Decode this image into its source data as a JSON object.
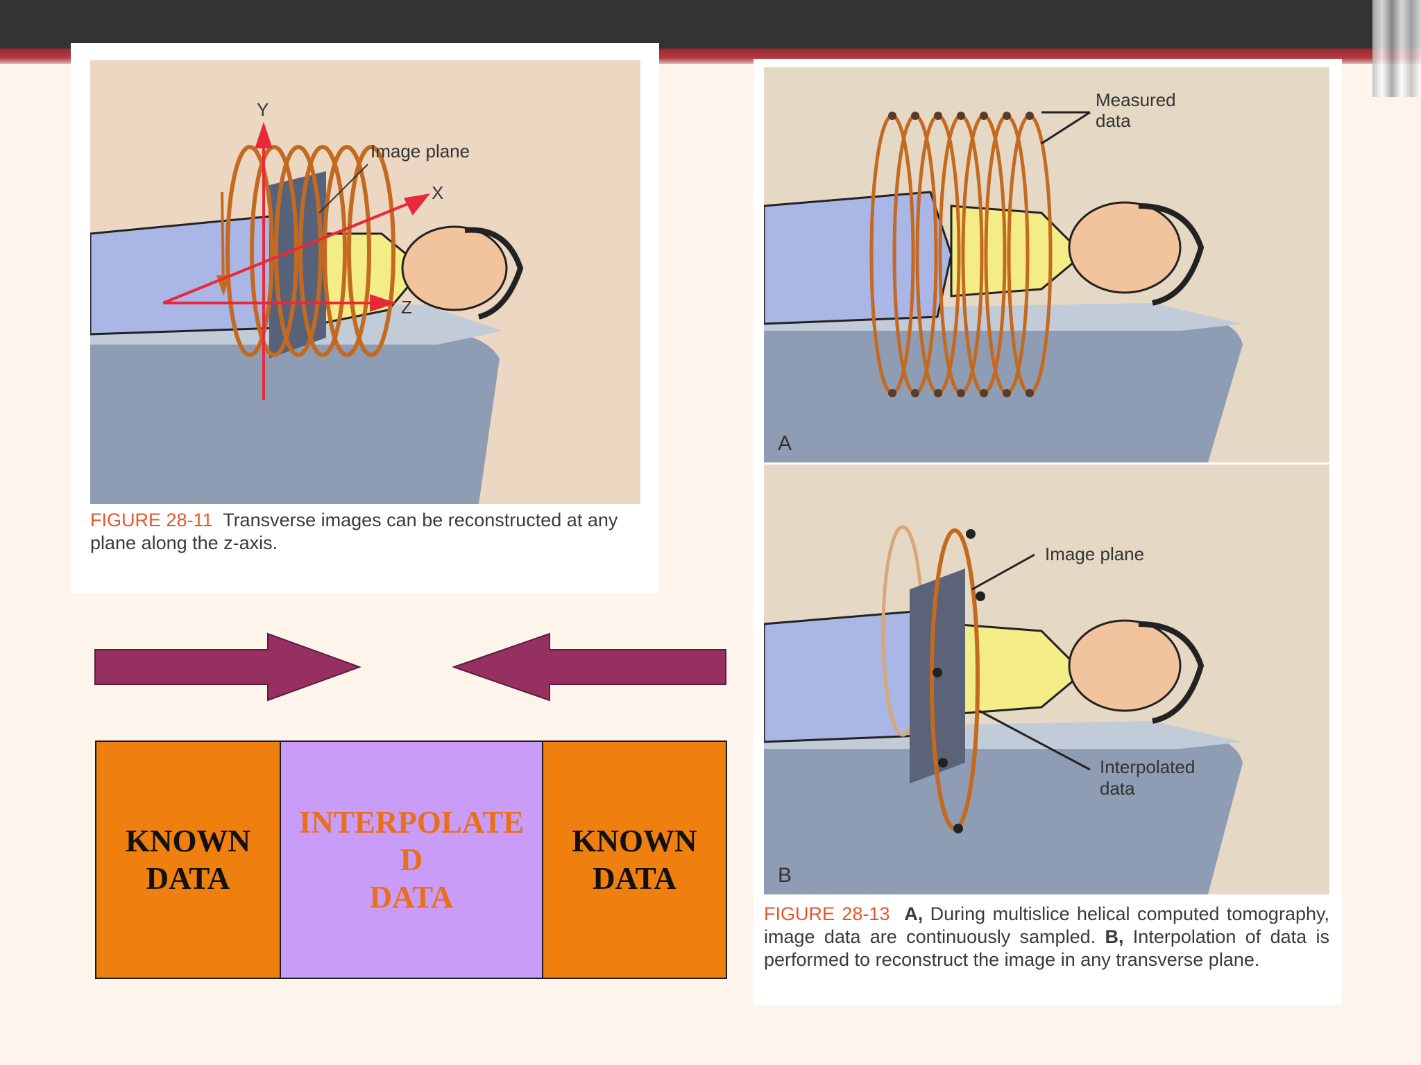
{
  "figure_left": {
    "labels": {
      "y_axis": "Y",
      "x_axis": "X",
      "z_axis": "Z",
      "image_plane": "Image plane"
    },
    "caption_label": "FIGURE 28-11",
    "caption_text": "Transverse images can be reconstructed at any plane along the z-axis."
  },
  "figure_right": {
    "panel_a": {
      "letter": "A",
      "label_line1": "Measured",
      "label_line2": "data"
    },
    "panel_b": {
      "letter": "B",
      "image_plane": "Image plane",
      "interp_line1": "Interpolated",
      "interp_line2": "data"
    },
    "caption_label": "FIGURE 28-13",
    "caption_a": "A,",
    "caption_text1": "During multislice helical computed tomography, image data are continuously sampled.",
    "caption_b": "B,",
    "caption_text2": "Interpolation of data is performed to reconstruct the image in any transverse plane."
  },
  "blocks": {
    "left": {
      "line1": "KNOWN",
      "line2": "DATA"
    },
    "middle": {
      "line1": "INTERPOLATE",
      "line2": "D",
      "line3": "DATA"
    },
    "right": {
      "line1": "KNOWN",
      "line2": "DATA"
    }
  },
  "colors": {
    "arrow": "#963060",
    "known": "#ef7f0e",
    "interpolated": "#c89cf7",
    "topbar": "#333333",
    "accent_red": "#a83236"
  }
}
